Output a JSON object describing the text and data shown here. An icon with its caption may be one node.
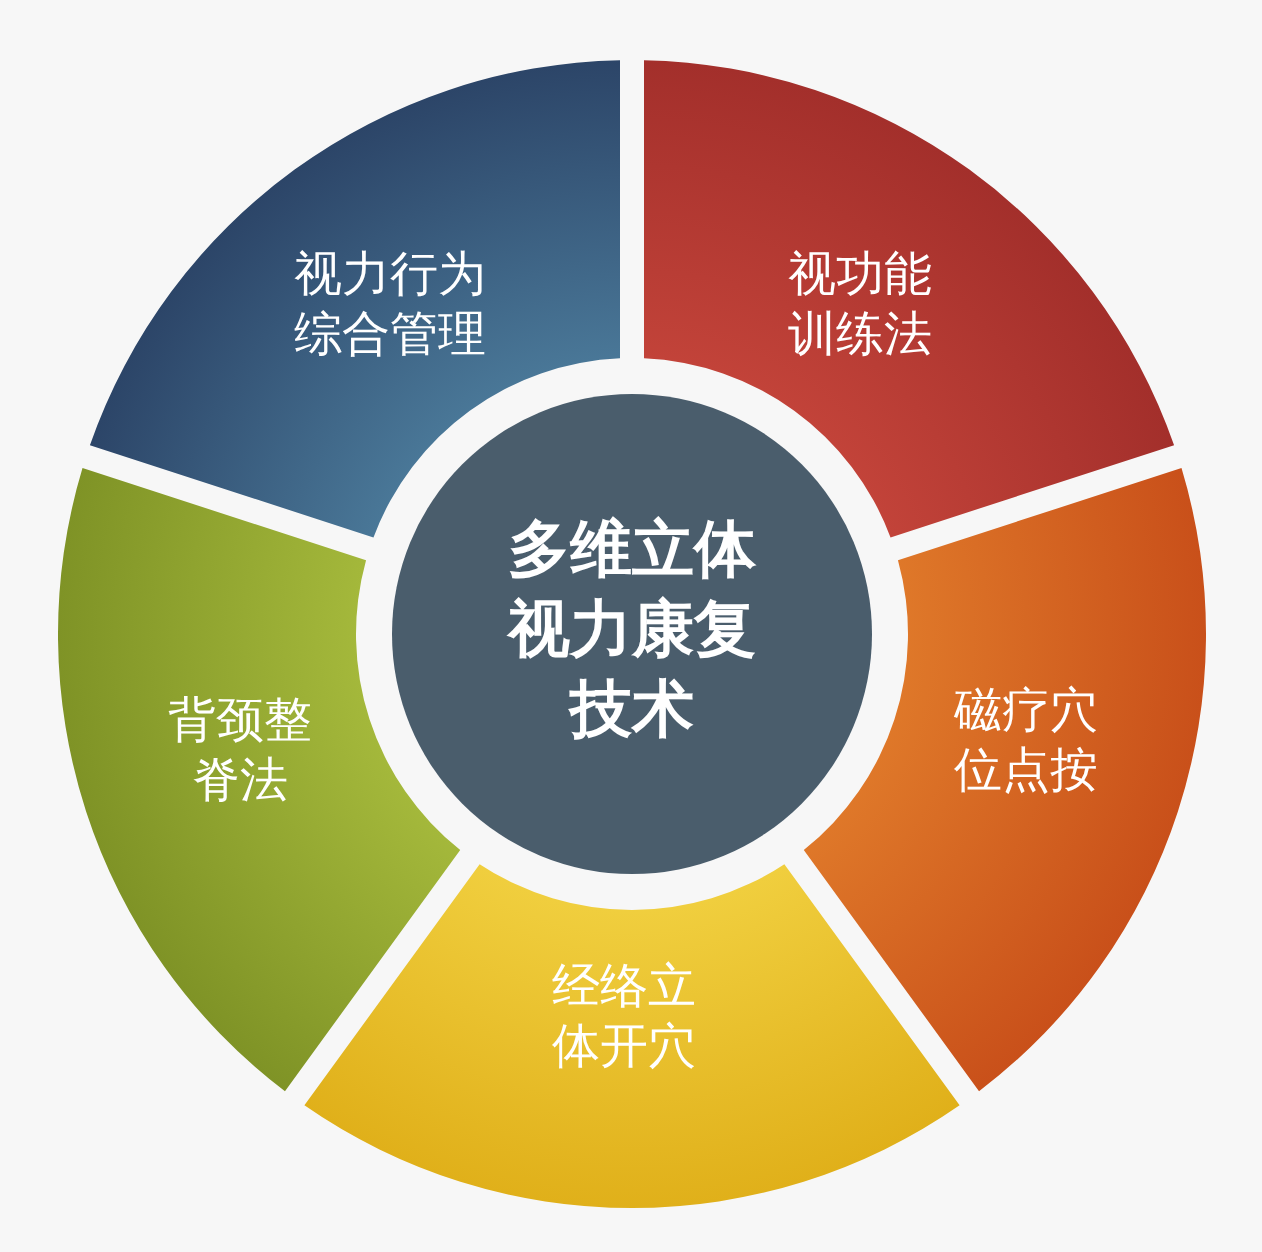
{
  "diagram": {
    "nodes": [
      {
        "text": [
          "多维立体视力康复技术"
        ]
      },
      {
        "text": [
          "视力行为综合管理"
        ]
      },
      {
        "text": [
          "视功能训练法"
        ]
      },
      {
        "text": [
          "磁疗穴位点按"
        ]
      },
      {
        "text": [
          "经络立体开穴"
        ]
      },
      {
        "text": [
          "背颈整脊法"
        ]
      }
    ]
  }
}
